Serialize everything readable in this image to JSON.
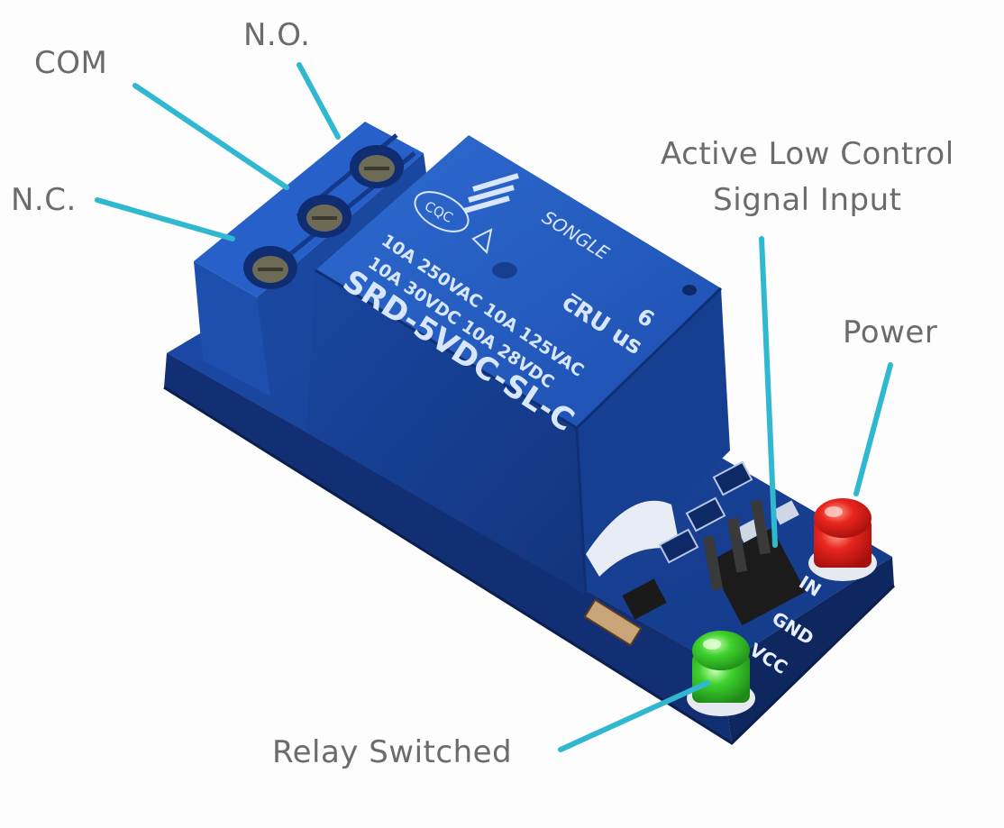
{
  "callouts": {
    "no": "N.O.",
    "com": "COM",
    "nc": "N.C.",
    "active_low_line1": "Active Low Control",
    "active_low_line2": "Signal Input",
    "power": "Power",
    "relay_switched": "Relay Switched"
  },
  "relay_markings": {
    "brand": "SONGLE",
    "cert": "CQC",
    "line1": "10A 250VAC   10A 125VAC",
    "line2": "10A 30VDC   10A 28VDC",
    "model": "SRD-5VDC-SL-C",
    "ul_mark": "c̅RU us",
    "num": "6"
  },
  "pin_labels": {
    "in": "IN",
    "gnd": "GND",
    "vcc": "VCC"
  },
  "colors": {
    "callout_line": "#2fb8d0",
    "callout_text": "#6b6b6b",
    "relay_blue": "#1f55b8",
    "board_blue": "#173c92",
    "led_red": "#e0201c",
    "led_green": "#35c82a"
  }
}
